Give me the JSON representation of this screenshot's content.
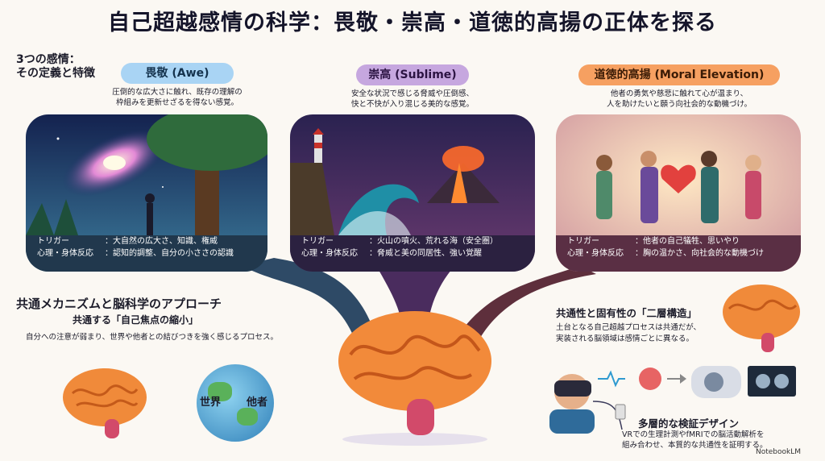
{
  "title": "自己超越感情の科学：畏敬・崇高・道徳的高揚の正体を探る",
  "section": {
    "line1": "3つの感情：",
    "line2": "その定義と特徴"
  },
  "emotions": [
    {
      "name": "畏敬 (Awe)",
      "desc1": "圧倒的な広大さに触れ、既存の理解の",
      "desc2": "枠組みを更新せざるを得ない感覚。",
      "trigger_label": "トリガー",
      "trigger": "：大自然の広大さ、知識、権威",
      "response_label": "心理・身体反応",
      "response": "：認知的調整、自分の小ささの認識",
      "color": "#a9d4f4"
    },
    {
      "name": "崇高 (Sublime)",
      "desc1": "安全な状況で感じる脅威や圧倒感、",
      "desc2": "快と不快が入り混じる美的な感覚。",
      "trigger_label": "トリガー",
      "trigger": "：火山の噴火、荒れる海（安全圏）",
      "response_label": "心理・身体反応",
      "response": "：脅威と美の同居性、強い覚醒",
      "color": "#c6a7df"
    },
    {
      "name": "道徳的高揚 (Moral Elevation)",
      "desc1": "他者の勇気や慈悲に触れて心が温まり、",
      "desc2": "人を助けたいと願う向社会的な動機づけ。",
      "trigger_label": "トリガー",
      "trigger": "：他者の自己犠牲、思いやり",
      "response_label": "心理・身体反応",
      "response": "：胸の温かさ、向社会的な動機づけ",
      "color": "#f6a061"
    }
  ],
  "mechanism": {
    "heading": "共通メカニズムと脳科学のアプローチ",
    "sub": "共通する「自己焦点の縮小」",
    "desc": "自分への注意が弱まり、世界や他者との結びつきを強く感じるプロセス。",
    "globe_left": "世界",
    "globe_right": "他者"
  },
  "structure": {
    "heading": "共通性と固有性の「二層構造」",
    "desc1": "土台となる自己超越プロセスは共通だが、",
    "desc2": "実装される脳領域は感情ごとに異なる。"
  },
  "verify": {
    "heading": "多層的な検証デザイン",
    "desc1": "VRでの生理計測やfMRIでの脳活動解析を",
    "desc2": "組み合わせ、本質的な共通性を証明する。"
  },
  "brand": "NotebookLM",
  "icons": [
    "galaxy-icon",
    "lighthouse-icon",
    "volcano-icon",
    "heart-icon",
    "brain-icon",
    "globe-icon",
    "vr-headset-icon",
    "mri-scanner-icon",
    "monitor-icon"
  ]
}
